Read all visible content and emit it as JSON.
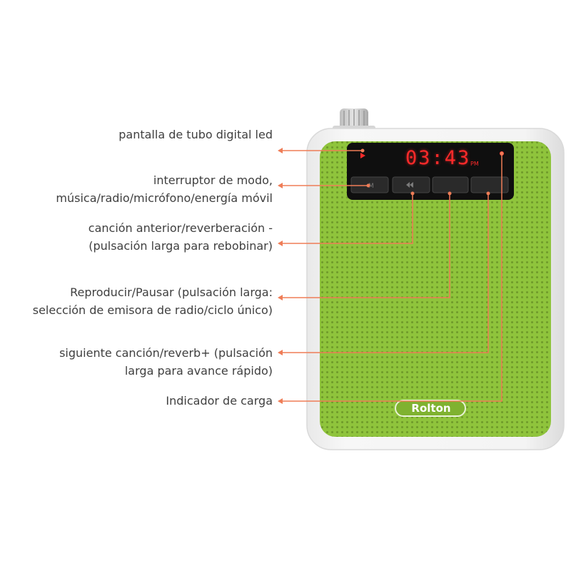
{
  "labels": [
    {
      "lines": [
        "pantalla de tubo digital led"
      ]
    },
    {
      "lines": [
        "interruptor de modo,",
        "música/radio/micrófono/energía móvil"
      ]
    },
    {
      "lines": [
        "canción anterior/reverberación -",
        "(pulsación larga para rebobinar)"
      ]
    },
    {
      "lines": [
        "Reproducir/Pausar (pulsación larga:",
        "selección de emisora de radio/ciclo único)"
      ]
    },
    {
      "lines": [
        "siguiente canción/reverb+ (pulsación",
        "larga para avance rápido)"
      ]
    },
    {
      "lines": [
        "Indicador de carga"
      ]
    }
  ],
  "display": {
    "time": "03:43",
    "period": "PM"
  },
  "device": {
    "brand": "Rolton"
  },
  "colors": {
    "body": "#f2f2f2",
    "grille": "#8fc43c",
    "leader": "#ef7d57",
    "led": "#ff2a2a"
  }
}
